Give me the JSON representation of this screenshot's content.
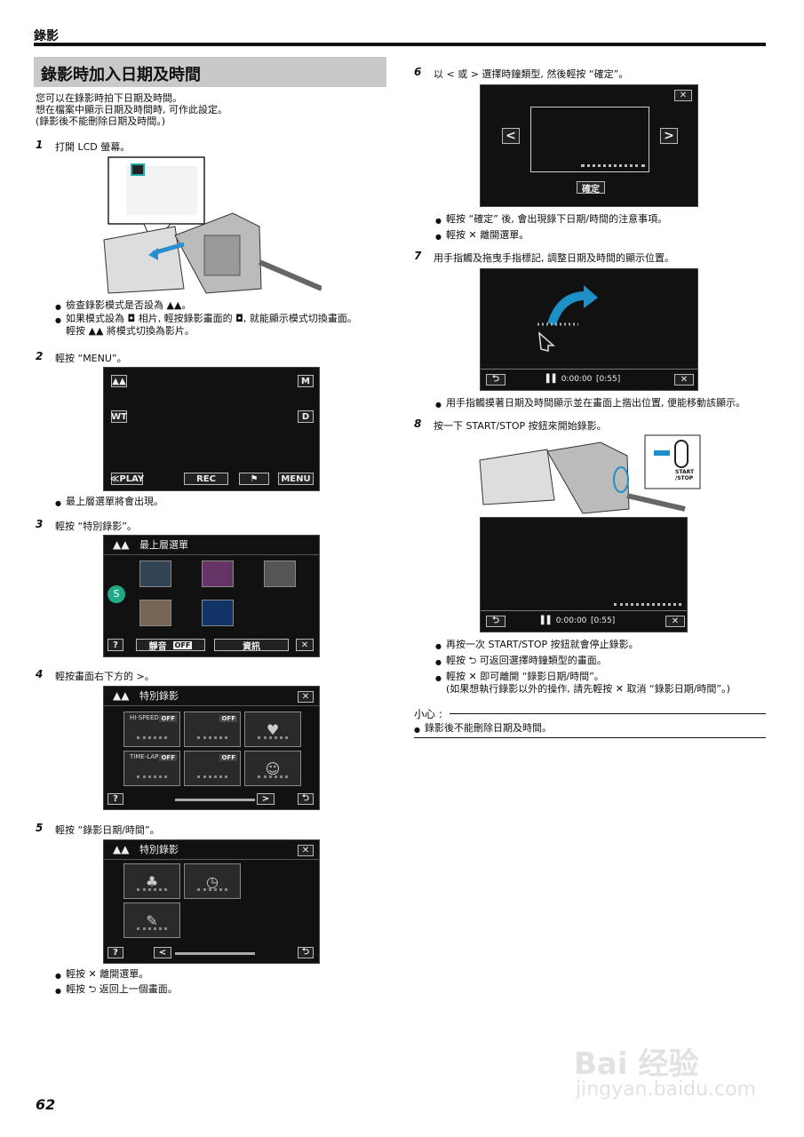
{
  "header": {
    "title": "錄影"
  },
  "section": {
    "title": "錄影時加入日期及時間",
    "intro": "您可以在錄影時拍下日期及時間。\n想在檔案中顯示日期及時間時, 可作此設定。\n(錄影後不能刪除日期及時間。)"
  },
  "steps": {
    "s1": {
      "num": "1",
      "text": "打開 LCD 螢幕。",
      "b1": "檢查錄影模式是否設為 ▲▲。",
      "b2": "如果模式設為 ◘ 相片, 輕按錄影畫面的 ◘, 就能顯示模式切換畫面。\n輕按 ▲▲ 將模式切換為影片。"
    },
    "s2": {
      "num": "2",
      "text": "輕按 “MENU”。",
      "b1": "最上層選單將會出現。",
      "screen": {
        "m": "M",
        "wt": "WT",
        "d": "D",
        "play": "≪PLAY",
        "rec": "REC",
        "menu": "MENU"
      }
    },
    "s3": {
      "num": "3",
      "text": "輕按 “特別錄影”。",
      "screen": {
        "title": "最上層選單",
        "help": "?",
        "mute": "靜音",
        "off": "OFF",
        "info": "資訊",
        "close": "✕"
      }
    },
    "s4": {
      "num": "4",
      "text": "輕按畫面右下方的 >。",
      "screen": {
        "title": "特別錄影",
        "close": "✕",
        "help": "?",
        "next": ">",
        "back": "⮌",
        "t1": "HI-SPEED",
        "t4": "TIME-LAPSE",
        "off": "OFF"
      }
    },
    "s5": {
      "num": "5",
      "text": "輕按 “錄影日期/時間”。",
      "b1": "輕按 ✕ 離開選單。",
      "b2": "輕按 ⮌ 返回上一個畫面。",
      "screen": {
        "title": "特別錄影",
        "close": "✕",
        "help": "?",
        "prev": "<",
        "back": "⮌"
      }
    },
    "s6": {
      "num": "6",
      "text": "以 < 或 > 選擇時鐘類型, 然後輕按 “確定”。",
      "b1": "輕按 “確定” 後, 會出現錄下日期/時間的注意事項。",
      "b2": "輕按 ✕ 離開選單。",
      "screen": {
        "close": "✕",
        "prev": "<",
        "next": ">",
        "ok": "確定"
      }
    },
    "s7": {
      "num": "7",
      "text": "用手指觸及拖曳手指標記, 調整日期及時間的顯示位置。",
      "b1": "用手指觸摸著日期及時間顯示並在畫面上揩出位置, 便能移動該顯示。",
      "screen": {
        "back": "⮌",
        "time": "▌▌ 0:00:00",
        "remain": "[0:55]",
        "close": "✕"
      }
    },
    "s8": {
      "num": "8",
      "text": "按一下 START/STOP 按鈕來開始錄影。",
      "b1": "再按一次 START/STOP 按鈕就會停止錄影。",
      "b2": "輕按 ⮌ 可返回選擇時鐘類型的畫面。",
      "b3": "輕按 ✕ 即可離開 “錄影日期/時間”。\n(如果想執行錄影以外的操作, 請先輕按 ✕ 取消 “錄影日期/時間”。)",
      "screen": {
        "back": "⮌",
        "time": "▌▌ 0:00:00",
        "remain": "[0:55]",
        "close": "✕",
        "startstop": "START\n/STOP"
      }
    }
  },
  "caution": {
    "label": "小心 :",
    "text": "錄影後不能刪除日期及時間。"
  },
  "footer": {
    "page": "62",
    "watermark1": "Bai 经验",
    "watermark2": "jingyan.baidu.com"
  }
}
